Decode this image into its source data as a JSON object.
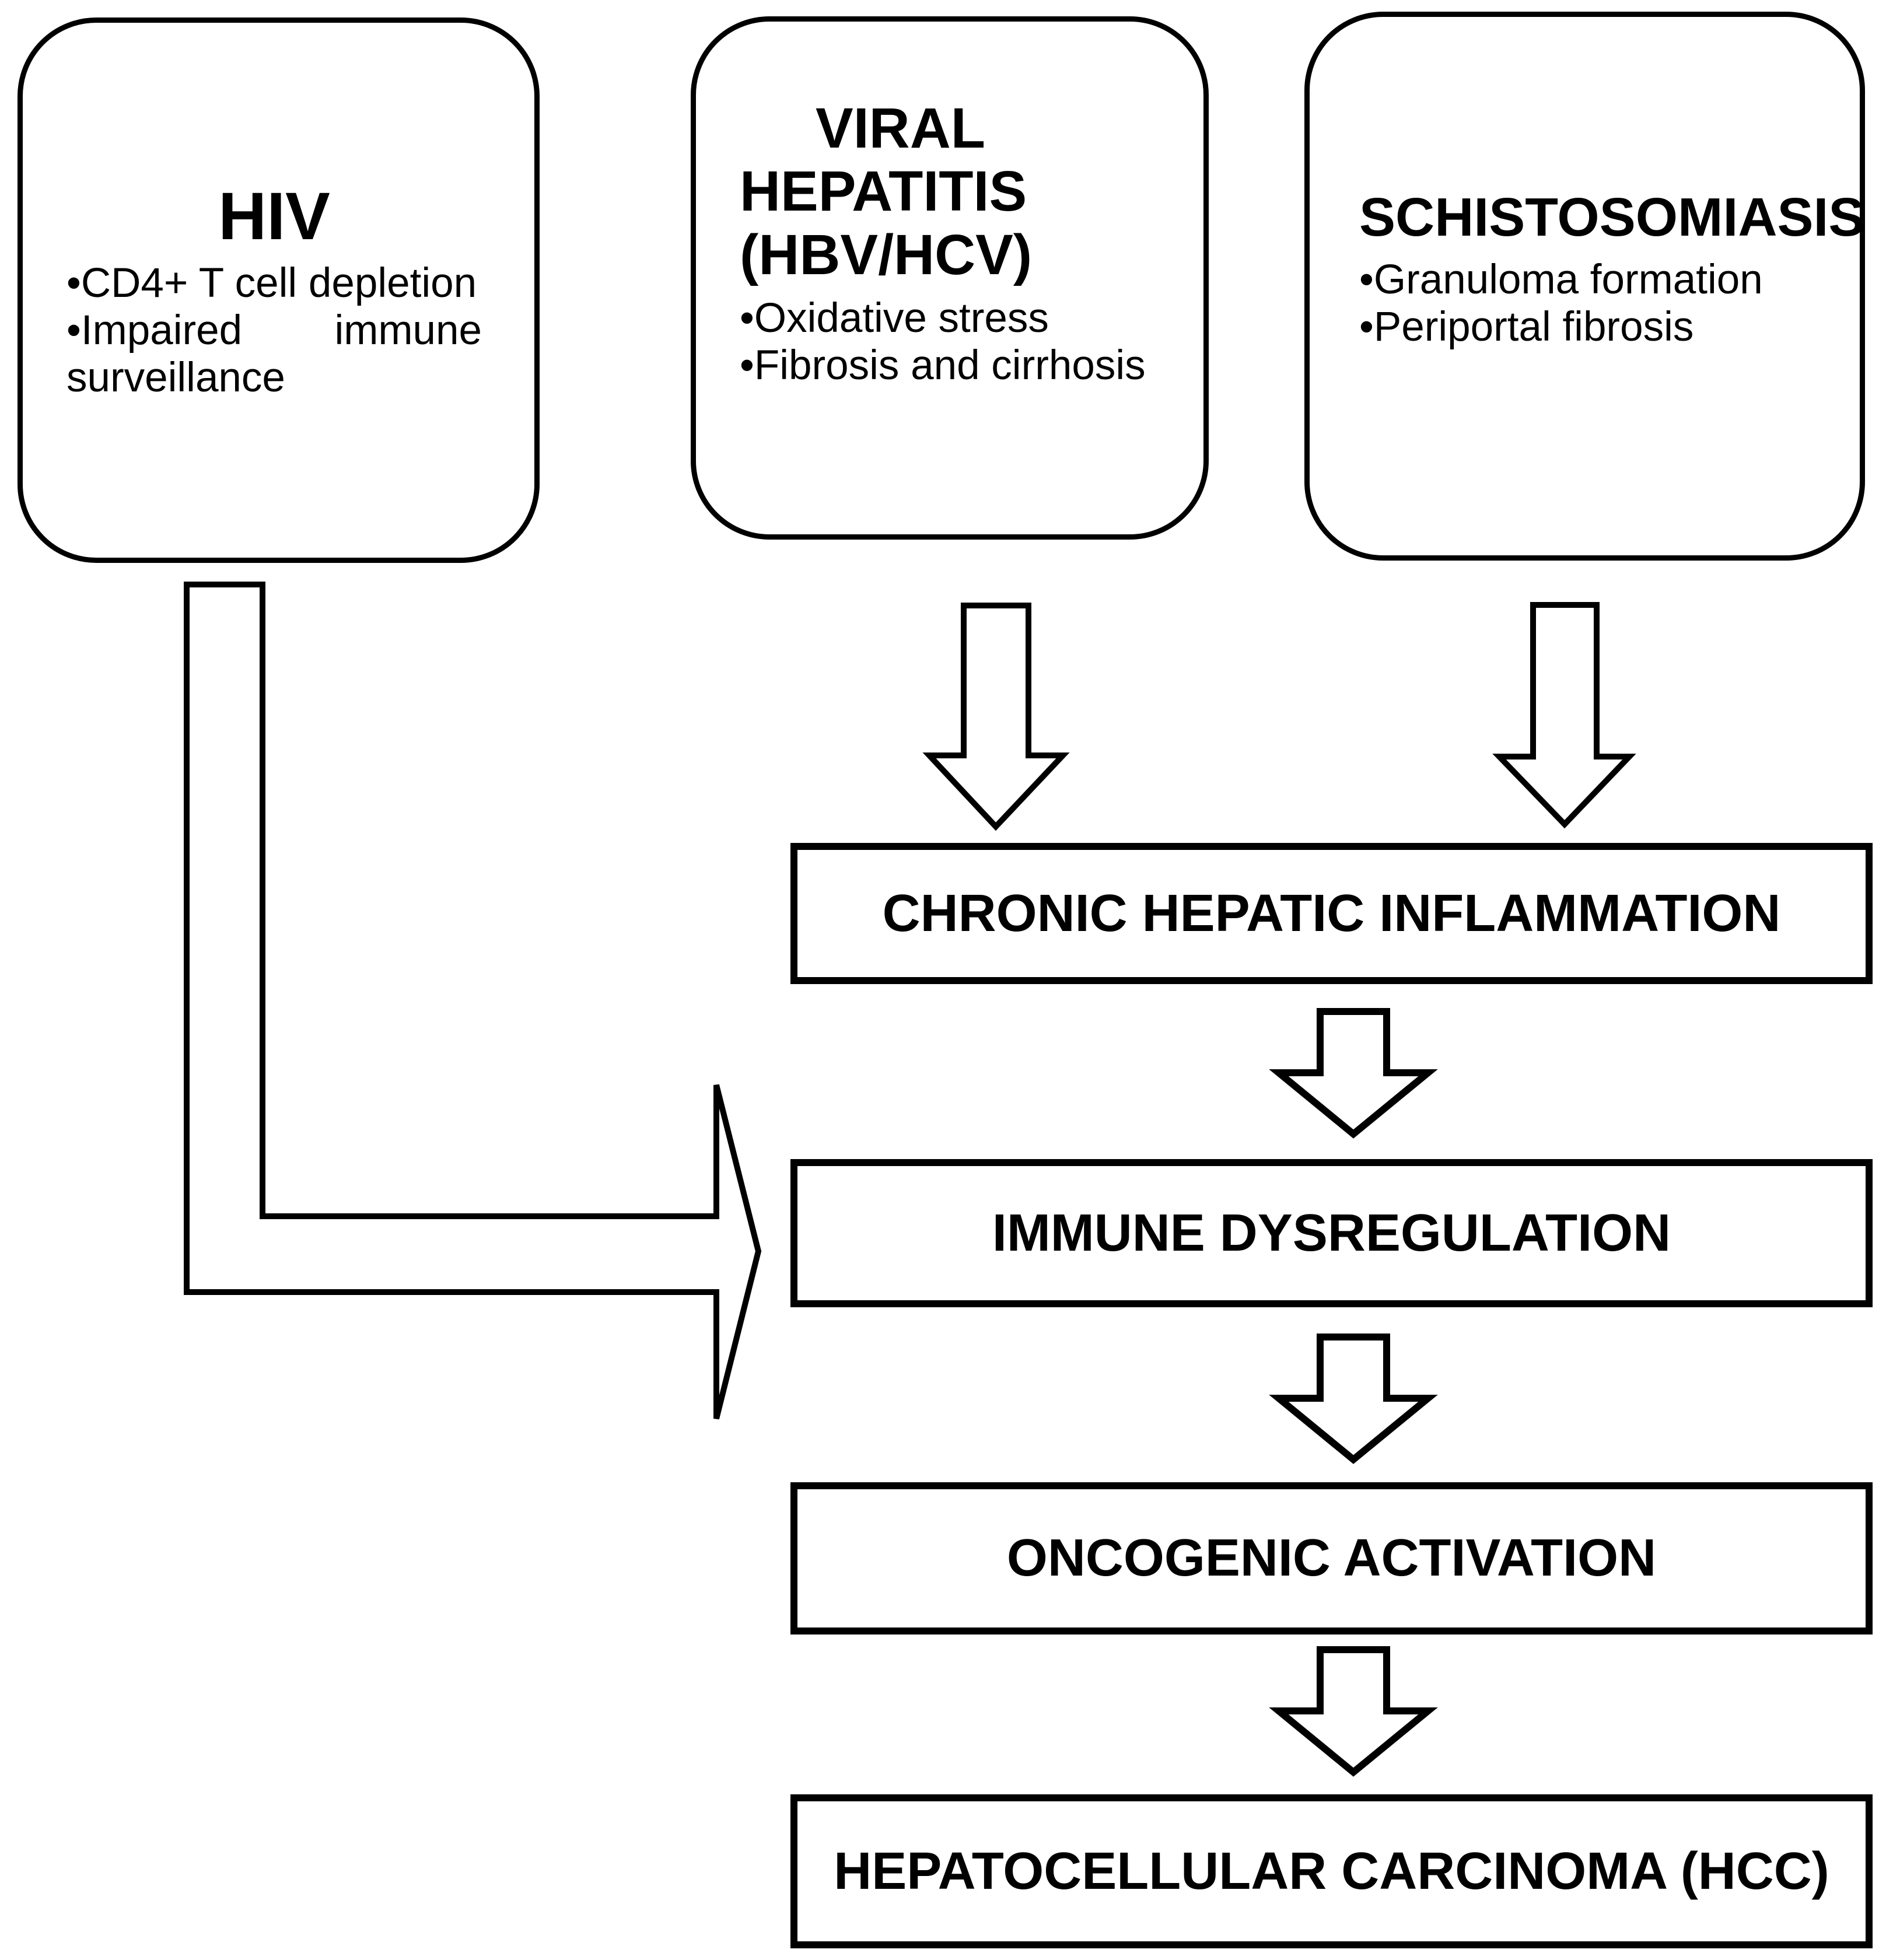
{
  "canvas": {
    "background": "#ffffff",
    "line_color": "#000000",
    "text_color": "#000000"
  },
  "bullet_char": "•",
  "hiv": {
    "title": "HIV",
    "bullet1": "CD4+ T cell depletion",
    "bullet2_word1": "Impaired",
    "bullet2_word2": "immune",
    "bullet2_cont": "surveillance"
  },
  "viral_hepatitis": {
    "title_line1": "VIRAL",
    "title_line2": "HEPATITIS",
    "title_line3": "(HBV/HCV)",
    "bullet1": "Oxidative stress",
    "bullet2": "Fibrosis and cirrhosis"
  },
  "schistosomiasis": {
    "title": "SCHISTOSOMIASIS",
    "bullet1": "Granuloma formation",
    "bullet2": "Periportal fibrosis"
  },
  "flow": {
    "chronic_hepatic_inflammation": "CHRONIC HEPATIC INFLAMMATION",
    "immune_dysregulation": "IMMUNE DYSREGULATION",
    "oncogenic_activation": "ONCOGENIC ACTIVATION",
    "hepatocellular_carcinoma": "HEPATOCELLULAR CARCINOMA (HCC)"
  }
}
